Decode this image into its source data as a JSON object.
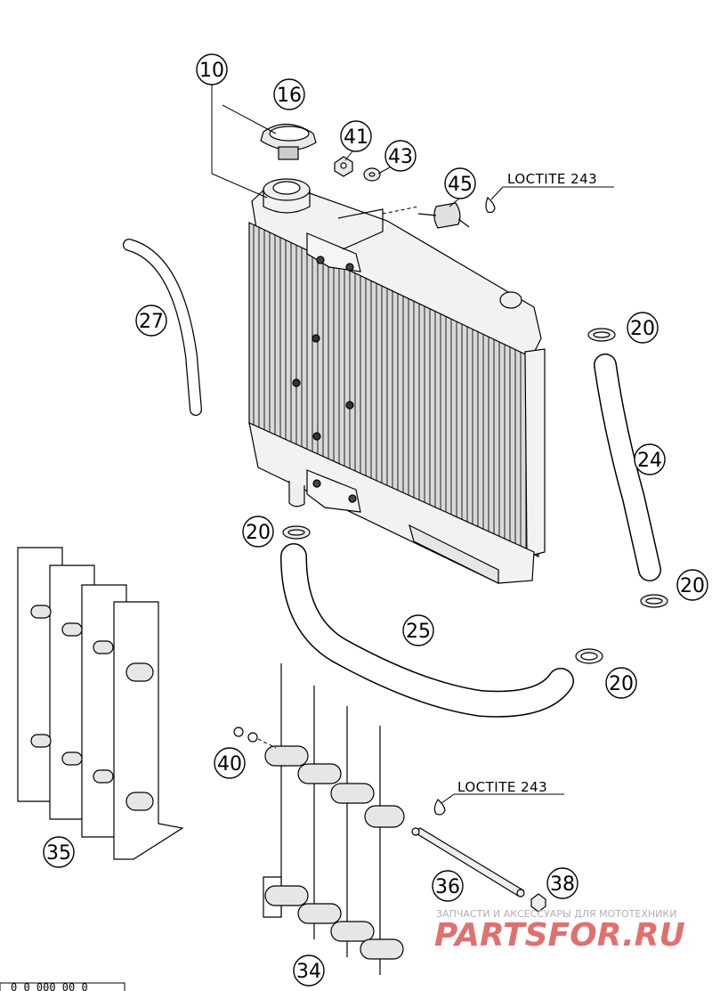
{
  "diagram": {
    "part_numbers": [
      "10",
      "16",
      "41",
      "43",
      "45",
      "27",
      "20",
      "24",
      "20",
      "25",
      "20",
      "40",
      "35",
      "38",
      "36",
      "34",
      "20"
    ],
    "notes": {
      "loctite_top": "LOCTITE 243",
      "loctite_bottom": "LOCTITE 243"
    },
    "bottom_code": "0 0 000 00 0"
  },
  "watermark": {
    "tagline": "ЗАПЧАСТИ И АКСЕССУАРЫ ДЛЯ МОТОТЕХНИКИ",
    "brand": "PARTSFOR.RU",
    "brand_color": "#e07070"
  }
}
